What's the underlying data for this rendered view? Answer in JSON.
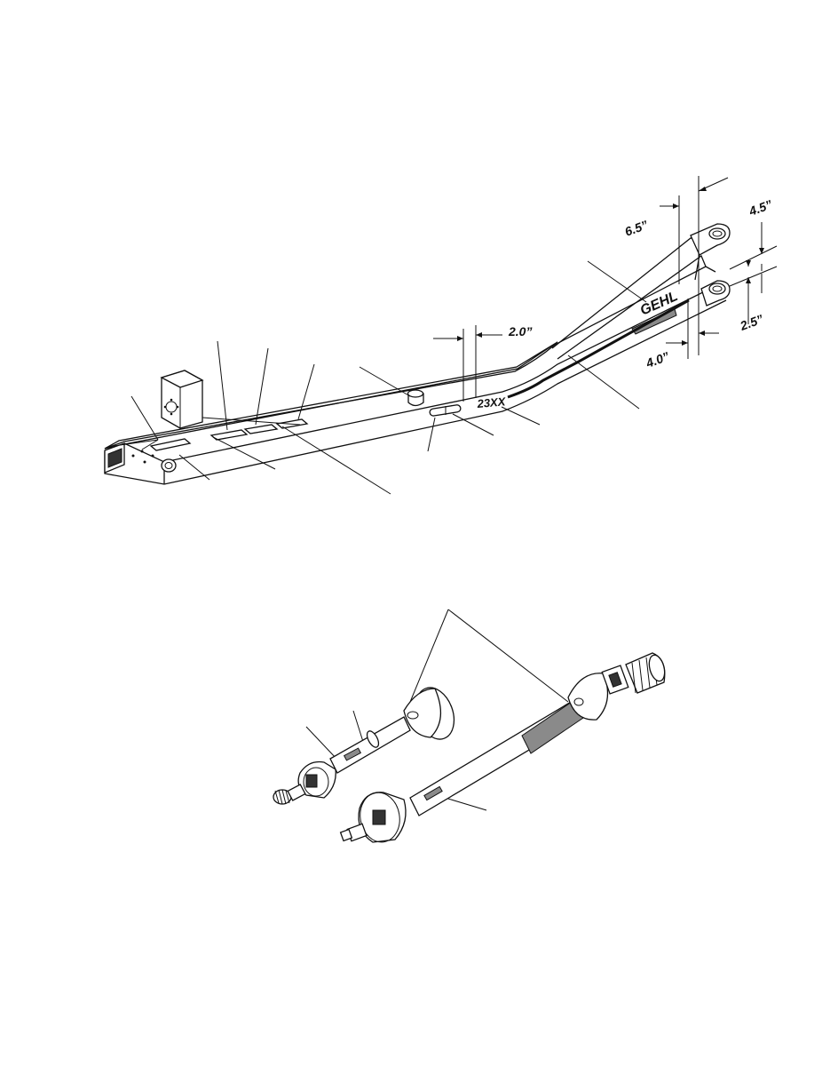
{
  "diagram": {
    "hitch": {
      "brand_text": "GEHL",
      "model_text": "23XX",
      "dimensions": [
        "6.5”",
        "4.5”",
        "2.0”",
        "2.5”",
        "4.0”"
      ]
    },
    "driveline": {}
  }
}
